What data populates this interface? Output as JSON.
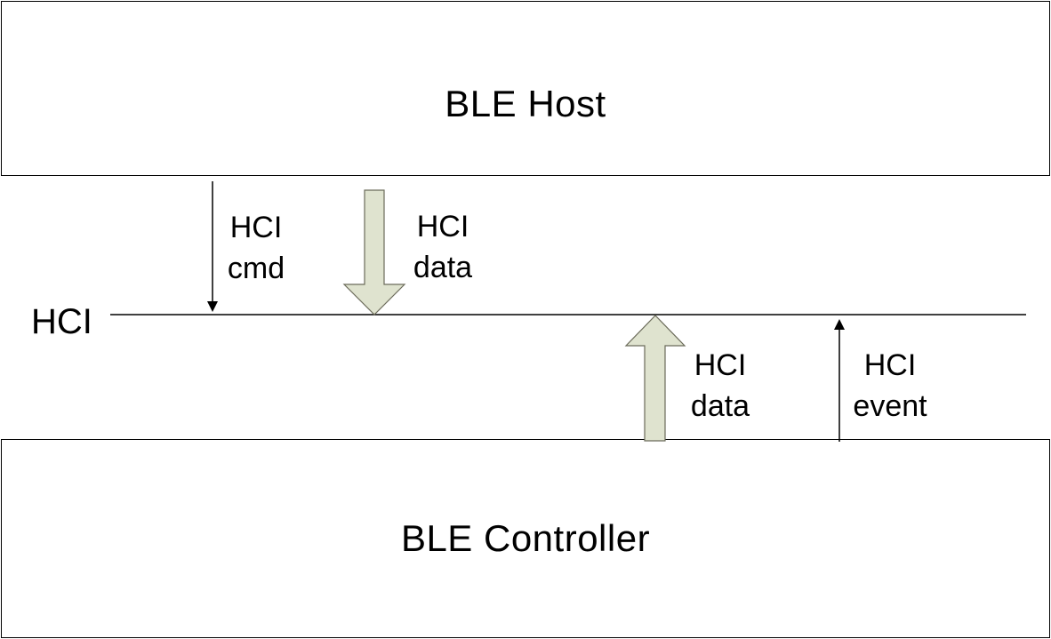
{
  "host": {
    "title": "BLE Host"
  },
  "controller": {
    "title": "BLE Controller"
  },
  "interface": {
    "label": "HCI"
  },
  "flows": {
    "cmd": {
      "line1": "HCI",
      "line2": "cmd"
    },
    "data_down": {
      "line1": "HCI",
      "line2": "data"
    },
    "data_up": {
      "line1": "HCI",
      "line2": "data"
    },
    "event": {
      "line1": "HCI",
      "line2": "event"
    }
  },
  "colors": {
    "block_arrow_fill": "#dfe3cf",
    "block_arrow_stroke": "#6b6b5a",
    "line": "#000000"
  }
}
